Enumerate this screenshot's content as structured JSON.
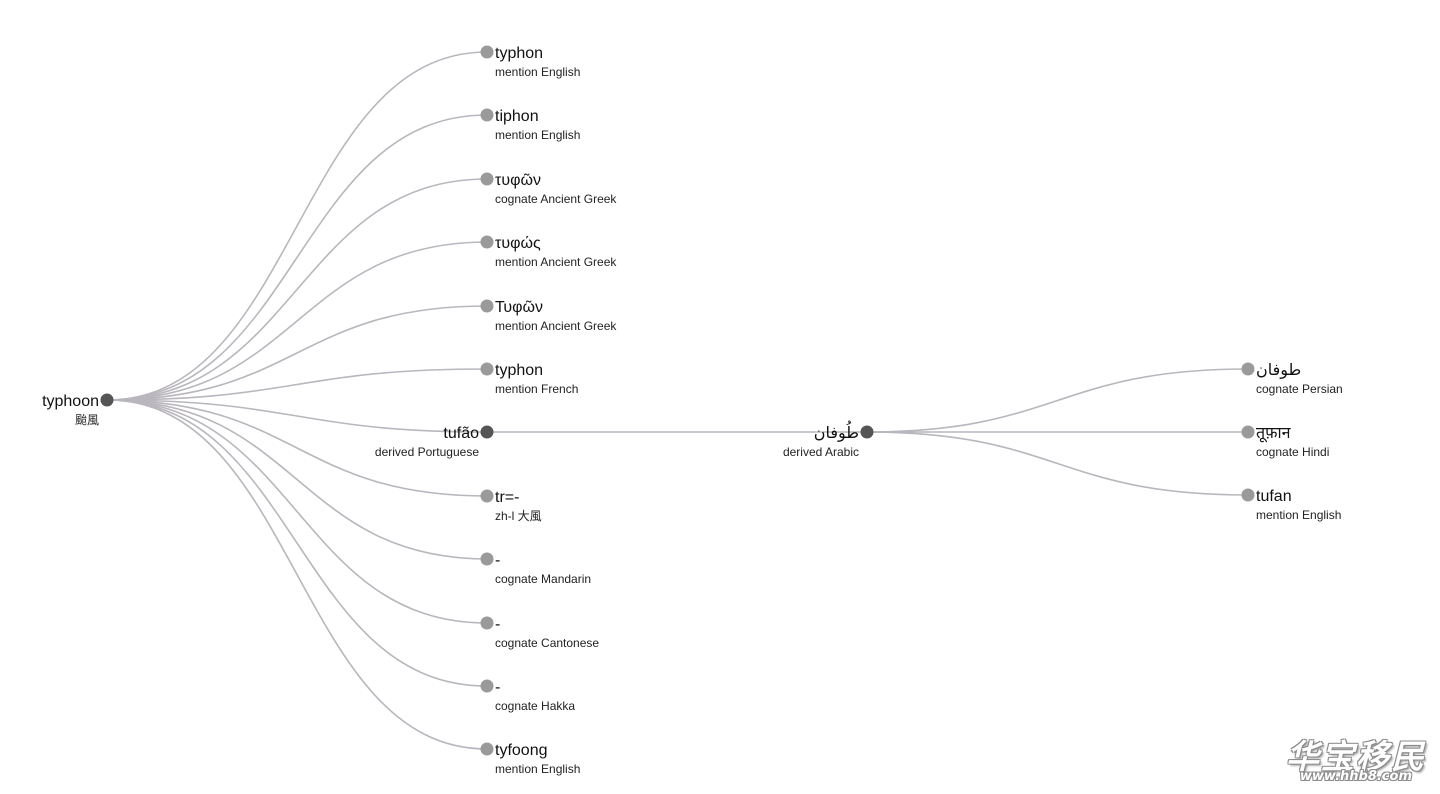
{
  "tree": {
    "root": {
      "word": "typhoon",
      "sub": "颱風"
    },
    "children": [
      {
        "word": "typhon",
        "sub": "mention English"
      },
      {
        "word": "tiphon",
        "sub": "mention English"
      },
      {
        "word": "τυφῶν",
        "sub": "cognate Ancient Greek"
      },
      {
        "word": "τυφώς",
        "sub": "mention Ancient Greek"
      },
      {
        "word": "Τυφῶν",
        "sub": "mention Ancient Greek"
      },
      {
        "word": "typhon",
        "sub": "mention French"
      },
      {
        "word": "tufão",
        "sub": "derived Portuguese",
        "children": [
          {
            "word": "طُوفان",
            "sub": "derived Arabic",
            "children": [
              {
                "word": "طوفان",
                "sub": "cognate Persian"
              },
              {
                "word": "तूफ़ान",
                "sub": "cognate Hindi"
              },
              {
                "word": "tufan",
                "sub": "mention English"
              }
            ]
          }
        ]
      },
      {
        "word": "tr=-",
        "sub": "zh-l 大風"
      },
      {
        "word": "-",
        "sub": "cognate Mandarin"
      },
      {
        "word": "-",
        "sub": "cognate Cantonese"
      },
      {
        "word": "-",
        "sub": "cognate Hakka"
      },
      {
        "word": "tyfoong",
        "sub": "mention English"
      }
    ]
  },
  "colors": {
    "link": "#b9b6bd",
    "leaf_node": "#9a9a9a",
    "inner_node": "#555555"
  },
  "watermark": {
    "text": "华宝移民",
    "url": "www.hhb8.com"
  }
}
